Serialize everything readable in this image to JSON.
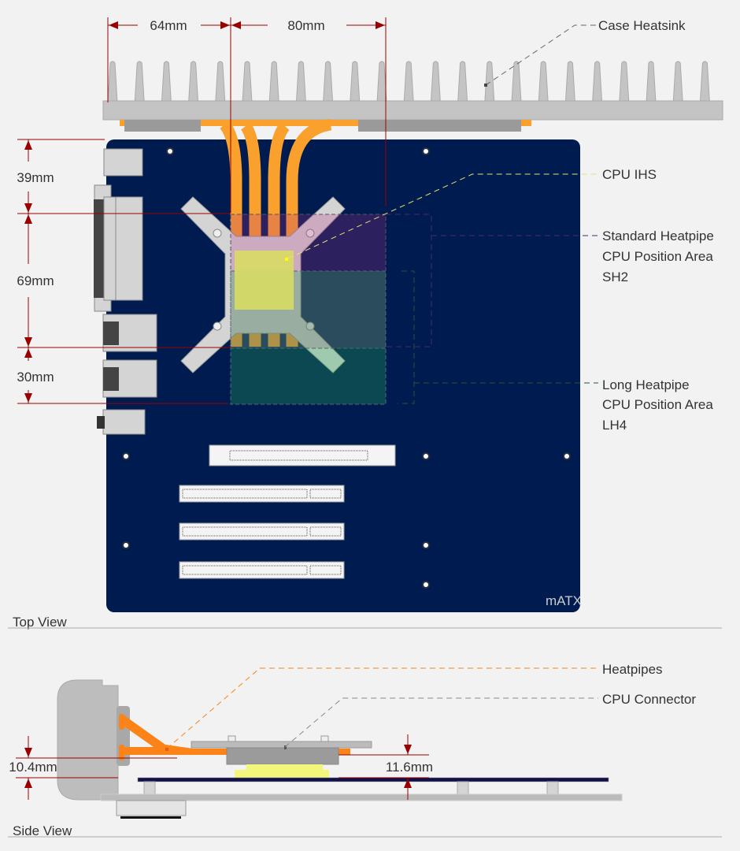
{
  "dimensions": {
    "w64": "64mm",
    "w80": "80mm",
    "h39": "39mm",
    "h69": "69mm",
    "h30": "30mm",
    "side_left": "10.4mm",
    "side_right": "11.6mm"
  },
  "labels": {
    "case_heatsink": "Case Heatsink",
    "cpu_ihs": "CPU IHS",
    "sh2": [
      "Standard Heatpipe",
      "CPU Position Area",
      "SH2"
    ],
    "lh4": [
      "Long Heatpipe",
      "CPU Position Area",
      "LH4"
    ],
    "board": "mATX",
    "heatpipes": "Heatpipes",
    "cpu_connector": "CPU Connector"
  },
  "sections": {
    "top": "Top View",
    "side": "Side View"
  },
  "colors": {
    "board": "#001b50",
    "heatpipe": "#f9a12c",
    "heatpipe_side": "#fb8317",
    "dimension": "#9a0000",
    "ihs": "#d8dc64",
    "sh2_leader": "#4a2a6a",
    "lh4_leader": "#1e5a3a"
  }
}
